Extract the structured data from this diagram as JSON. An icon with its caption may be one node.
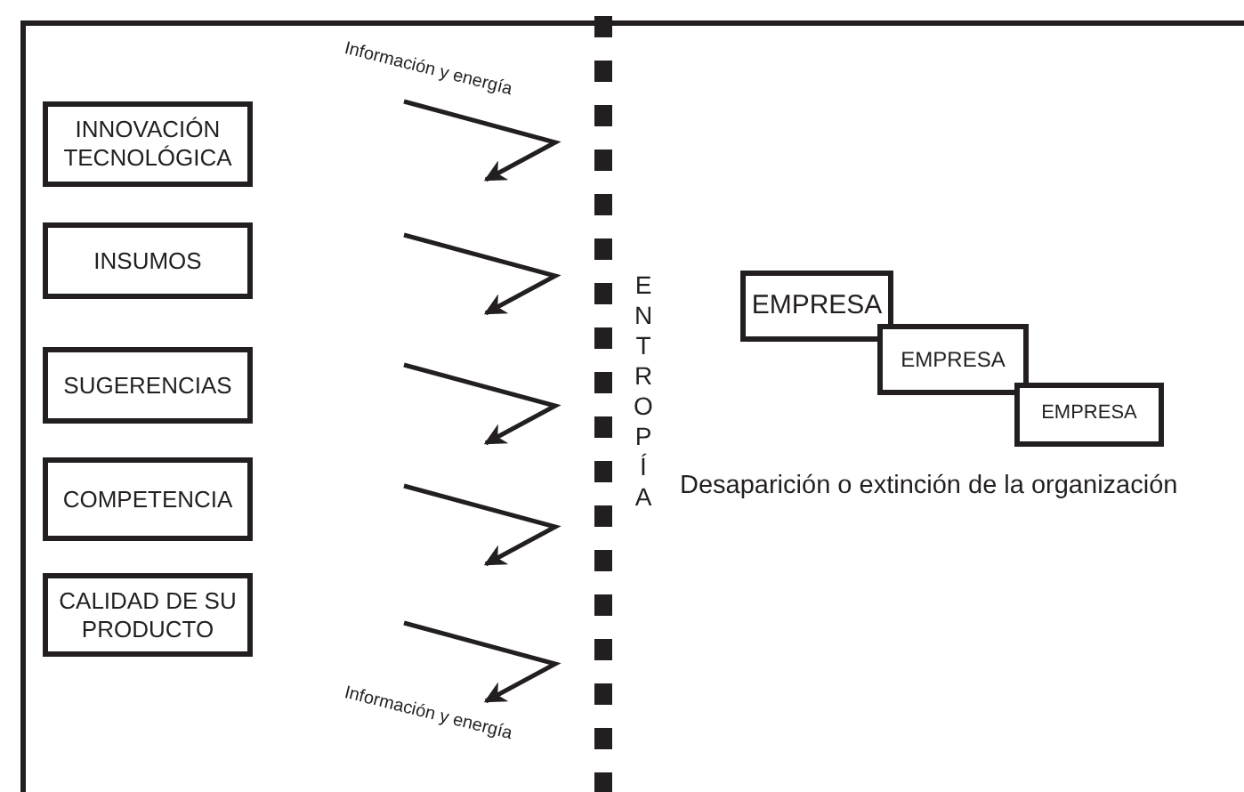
{
  "diagram": {
    "nodes": [
      {
        "text": [
          "INNOVACIÓN TECNOLÓGICA"
        ]
      },
      {
        "text": [
          "INSUMOS"
        ]
      },
      {
        "text": [
          "SUGERENCIAS"
        ]
      },
      {
        "text": [
          "COMPETENCIA"
        ]
      },
      {
        "text": [
          "CALIDAD DE SU PRODUCTO"
        ]
      },
      {
        "text": [
          "EMPRESA"
        ]
      },
      {
        "text": [
          "EMPRESA"
        ]
      },
      {
        "text": [
          "EMPRESA"
        ]
      }
    ],
    "labels": [
      "Información y energía",
      "ENTROPÍA",
      "Desaparición o extinción de la organización",
      "Información y energía"
    ]
  }
}
